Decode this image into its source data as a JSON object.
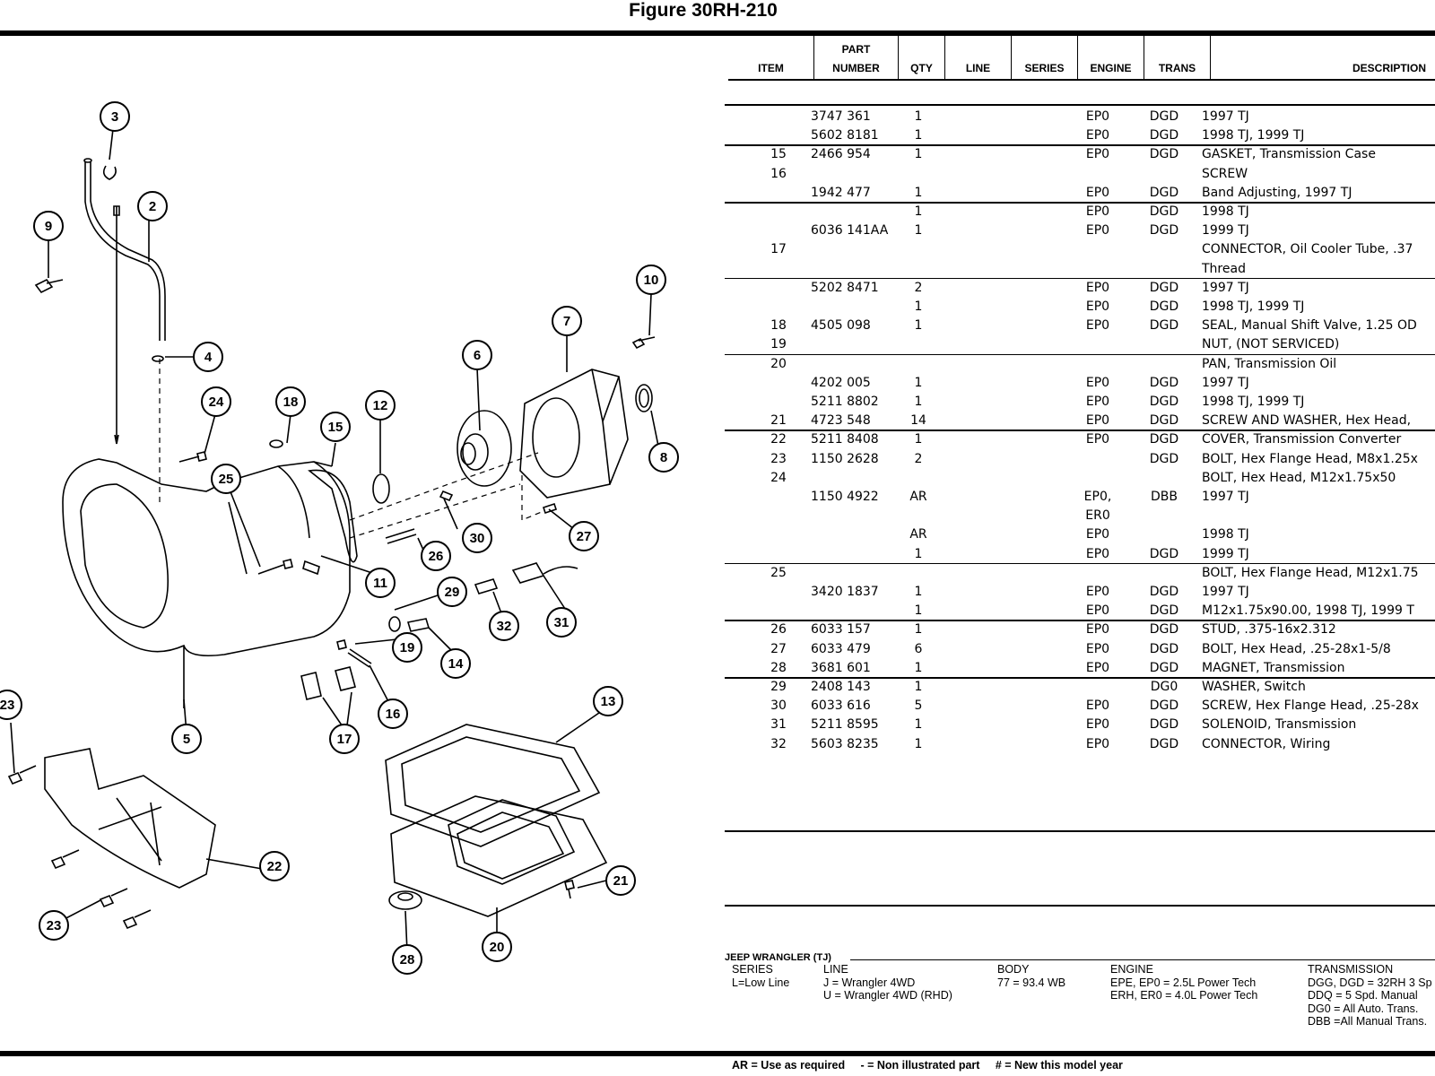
{
  "header": {
    "figure_title": "Figure 30RH-210"
  },
  "table": {
    "columns": {
      "item": "ITEM",
      "part_top": "PART",
      "part_bottom": "NUMBER",
      "qty": "QTY",
      "line": "LINE",
      "series": "SERIES",
      "engine": "ENGINE",
      "trans": "TRANS",
      "description": "DESCRIPTION"
    },
    "rows": [
      {
        "item": "",
        "part": "3747 361",
        "qty": "1",
        "engine": "EP0",
        "trans": "DGD",
        "desc": "1997 TJ"
      },
      {
        "item": "",
        "part": "5602 8181",
        "qty": "1",
        "engine": "EP0",
        "trans": "DGD",
        "desc": "1998 TJ, 1999 TJ"
      },
      {
        "item": "15",
        "part": "2466 954",
        "qty": "1",
        "engine": "EP0",
        "trans": "DGD",
        "desc": "GASKET, Transmission Case"
      },
      {
        "item": "16",
        "part": "",
        "qty": "",
        "engine": "",
        "trans": "",
        "desc": "SCREW"
      },
      {
        "item": "",
        "part": "1942 477",
        "qty": "1",
        "engine": "EP0",
        "trans": "DGD",
        "desc": "Band Adjusting, 1997 TJ"
      },
      {
        "item": "",
        "part": "",
        "qty": "1",
        "engine": "EP0",
        "trans": "DGD",
        "desc": "1998 TJ"
      },
      {
        "item": "",
        "part": "6036 141AA",
        "qty": "1",
        "engine": "EP0",
        "trans": "DGD",
        "desc": "1999 TJ"
      },
      {
        "item": "17",
        "part": "",
        "qty": "",
        "engine": "",
        "trans": "",
        "desc": "CONNECTOR, Oil Cooler Tube, .37"
      },
      {
        "item": "",
        "part": "",
        "qty": "",
        "engine": "",
        "trans": "",
        "desc": "Thread"
      },
      {
        "item": "",
        "part": "5202 8471",
        "qty": "2",
        "engine": "EP0",
        "trans": "DGD",
        "desc": "1997 TJ"
      },
      {
        "item": "",
        "part": "",
        "qty": "1",
        "engine": "EP0",
        "trans": "DGD",
        "desc": "1998 TJ, 1999 TJ"
      },
      {
        "item": "18",
        "part": "4505 098",
        "qty": "1",
        "engine": "EP0",
        "trans": "DGD",
        "desc": "SEAL, Manual Shift Valve, 1.25 OD"
      },
      {
        "item": "19",
        "part": "",
        "qty": "",
        "engine": "",
        "trans": "",
        "desc": "NUT, (NOT SERVICED)"
      },
      {
        "item": "20",
        "part": "",
        "qty": "",
        "engine": "",
        "trans": "",
        "desc": "PAN, Transmission Oil"
      },
      {
        "item": "",
        "part": "4202 005",
        "qty": "1",
        "engine": "EP0",
        "trans": "DGD",
        "desc": "1997 TJ"
      },
      {
        "item": "",
        "part": "5211 8802",
        "qty": "1",
        "engine": "EP0",
        "trans": "DGD",
        "desc": "1998 TJ, 1999 TJ"
      },
      {
        "item": "21",
        "part": "4723 548",
        "qty": "14",
        "engine": "EP0",
        "trans": "DGD",
        "desc": "SCREW AND WASHER, Hex Head,"
      },
      {
        "item": "22",
        "part": "5211 8408",
        "qty": "1",
        "engine": "EP0",
        "trans": "DGD",
        "desc": "COVER, Transmission Converter"
      },
      {
        "item": "23",
        "part": "1150 2628",
        "qty": "2",
        "engine": "",
        "trans": "DGD",
        "desc": "BOLT, Hex Flange Head, M8x1.25x"
      },
      {
        "item": "24",
        "part": "",
        "qty": "",
        "engine": "",
        "trans": "",
        "desc": "BOLT, Hex Head, M12x1.75x50"
      },
      {
        "item": "",
        "part": "1150 4922",
        "qty": "AR",
        "engine": "EP0,",
        "trans": "DBB",
        "desc": "1997 TJ"
      },
      {
        "item": "",
        "part": "",
        "qty": "",
        "engine": "ER0",
        "trans": "",
        "desc": ""
      },
      {
        "item": "",
        "part": "",
        "qty": "AR",
        "engine": "EP0",
        "trans": "",
        "desc": "1998 TJ"
      },
      {
        "item": "",
        "part": "",
        "qty": "1",
        "engine": "EP0",
        "trans": "DGD",
        "desc": "1999 TJ"
      },
      {
        "item": "25",
        "part": "",
        "qty": "",
        "engine": "",
        "trans": "",
        "desc": "BOLT, Hex Flange Head, M12x1.75"
      },
      {
        "item": "",
        "part": "3420 1837",
        "qty": "1",
        "engine": "EP0",
        "trans": "DGD",
        "desc": "1997 TJ"
      },
      {
        "item": "",
        "part": "",
        "qty": "1",
        "engine": "EP0",
        "trans": "DGD",
        "desc": "M12x1.75x90.00, 1998 TJ, 1999 T"
      },
      {
        "item": "26",
        "part": "6033 157",
        "qty": "1",
        "engine": "EP0",
        "trans": "DGD",
        "desc": "STUD, .375-16x2.312"
      },
      {
        "item": "27",
        "part": "6033 479",
        "qty": "6",
        "engine": "EP0",
        "trans": "DGD",
        "desc": "BOLT, Hex Head, .25-28x1-5/8"
      },
      {
        "item": "28",
        "part": "3681 601",
        "qty": "1",
        "engine": "EP0",
        "trans": "DGD",
        "desc": "MAGNET, Transmission"
      },
      {
        "item": "29",
        "part": "2408 143",
        "qty": "1",
        "engine": "",
        "trans": "DG0",
        "desc": "WASHER, Switch"
      },
      {
        "item": "30",
        "part": "6033 616",
        "qty": "5",
        "engine": "EP0",
        "trans": "DGD",
        "desc": "SCREW, Hex Flange Head, .25-28x"
      },
      {
        "item": "31",
        "part": "5211 8595",
        "qty": "1",
        "engine": "EP0",
        "trans": "DGD",
        "desc": "SOLENOID, Transmission"
      },
      {
        "item": "32",
        "part": "5603 8235",
        "qty": "1",
        "engine": "EP0",
        "trans": "DGD",
        "desc": "CONNECTOR, Wiring"
      }
    ]
  },
  "legend": {
    "heading": "JEEP WRANGLER (TJ)",
    "series": "SERIES\nL=Low Line",
    "line": "LINE\nJ = Wrangler 4WD\nU = Wrangler 4WD (RHD)",
    "body": "BODY\n77 = 93.4 WB",
    "engine": "ENGINE\nEPE, EP0 = 2.5L Power Tech\nERH, ER0 = 4.0L Power Tech",
    "transmission": "TRANSMISSION\nDGG, DGD = 32RH 3 Sp\nDDQ = 5 Spd. Manual\nDG0 = All Auto. Trans.\nDBB =All Manual Trans."
  },
  "footer": {
    "notes": "AR = Use as required     - = Non illustrated part     # = New this model year"
  },
  "callouts": [
    "3",
    "2",
    "9",
    "4",
    "10",
    "7",
    "6",
    "24",
    "18",
    "15",
    "12",
    "8",
    "25",
    "30",
    "27",
    "26",
    "11",
    "29",
    "32",
    "31",
    "19",
    "14",
    "16",
    "17",
    "5",
    "23",
    "13",
    "22",
    "21",
    "23",
    "28",
    "20"
  ]
}
